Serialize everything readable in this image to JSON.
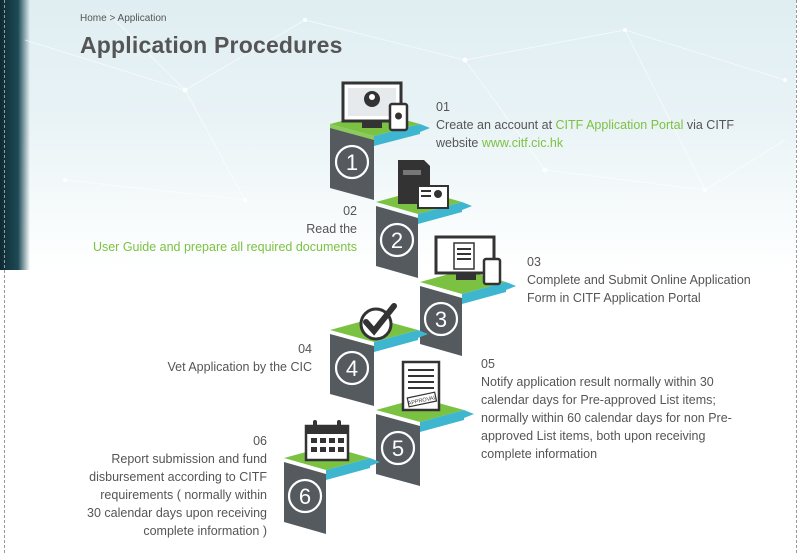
{
  "breadcrumb": {
    "home": "Home",
    "sep": ">",
    "current": "Application"
  },
  "title": "Application Procedures",
  "colors": {
    "green": "#7cc242",
    "teal": "#3fb6cf",
    "block": "#555a5e",
    "text": "#555555"
  },
  "steps": [
    {
      "number": "01",
      "icon": "computer-user-icon",
      "badge": "1",
      "line1_pre": "Create an account at ",
      "line1_link": "CITF Application Portal",
      "line1_post": " via CITF",
      "line2_pre": "website ",
      "line2_link": "www.citf.cic.hk"
    },
    {
      "number": "02",
      "icon": "document-folder-icon",
      "badge": "2",
      "line1": "Read the",
      "line2_link": "User Guide and prepare all required documents"
    },
    {
      "number": "03",
      "icon": "online-form-icon",
      "badge": "3",
      "line1": "Complete and Submit Online Application",
      "line2": "Form in CITF Application Portal"
    },
    {
      "number": "04",
      "icon": "checkmark-icon",
      "badge": "4",
      "line1": "Vet Application by the CIC"
    },
    {
      "number": "05",
      "icon": "approval-document-icon",
      "badge": "5",
      "lines": [
        "Notify application result normally within 30",
        "calendar days for Pre-approved List items;",
        "normally within 60 calendar days for non Pre-",
        "approved List items, both upon receiving",
        "complete information"
      ],
      "stamp": "APPROVAL"
    },
    {
      "number": "06",
      "icon": "calendar-icon",
      "badge": "6",
      "lines": [
        "Report submission and fund",
        "disbursement according to CITF",
        "requirements ( normally within",
        "30 calendar days upon receiving",
        "complete information )"
      ]
    }
  ]
}
